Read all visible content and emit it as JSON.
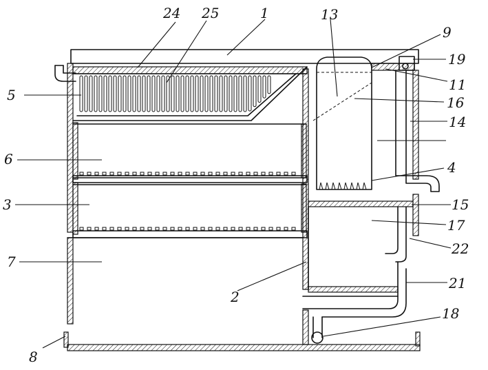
{
  "labels": {
    "l1": "1",
    "l2": "2",
    "l3": "3",
    "l4": "4",
    "l5": "5",
    "l6": "6",
    "l7": "7",
    "l8": "8",
    "l9": "9",
    "l11": "11",
    "l13": "13",
    "l14": "14",
    "l15": "15",
    "l16": "16",
    "l17": "17",
    "l18": "18",
    "l19": "19",
    "l21": "21",
    "l22": "22",
    "l24": "24",
    "l25": "25"
  }
}
